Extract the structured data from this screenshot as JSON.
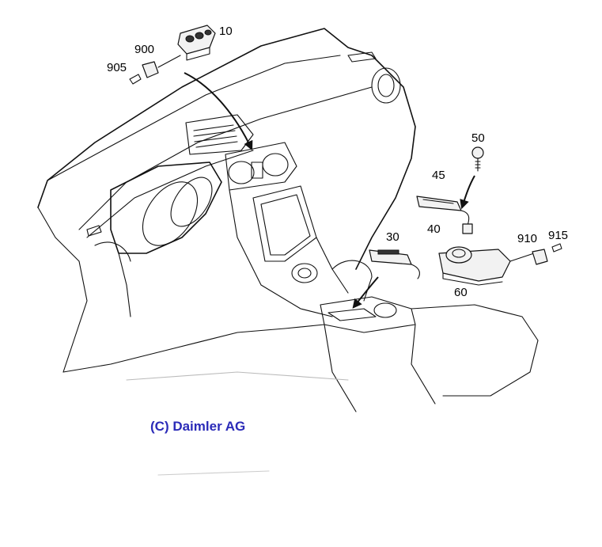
{
  "labels": {
    "p10": "10",
    "p900": "900",
    "p905": "905",
    "p50": "50",
    "p45": "45",
    "p40": "40",
    "p30": "30",
    "p910": "910",
    "p915": "915",
    "p60": "60"
  },
  "copyright": "(C) Daimler AG",
  "colors": {
    "ink": "#111111",
    "copyright": "#2b2bb8",
    "background": "#ffffff"
  }
}
